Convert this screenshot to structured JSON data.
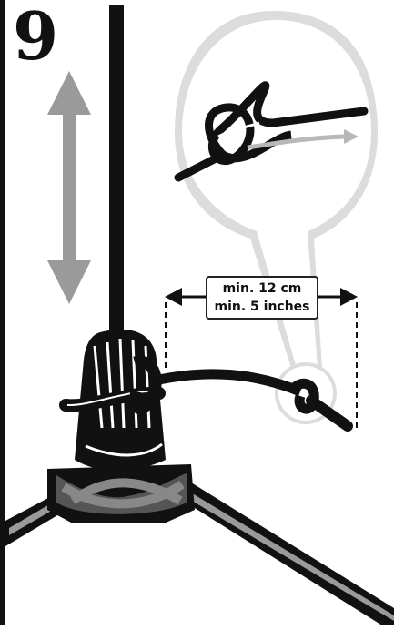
{
  "step": {
    "number": "9"
  },
  "dimension": {
    "metric": "min. 12 cm",
    "imperial": "min. 5 inches"
  },
  "colors": {
    "ink": "#111111",
    "gray_arrow": "#9a9a9a",
    "bubble_gray": "#dcdcdc",
    "shadow": "#c8c8c8",
    "light_arrow": "#b8b8b8"
  },
  "icons": {
    "vertical_arrow": "double-arrow-vertical-icon",
    "horizontal_arrow": "dimension-arrow-icon",
    "knot_detail": "knot-magnifier-icon",
    "tripod": "tripod-icon"
  }
}
